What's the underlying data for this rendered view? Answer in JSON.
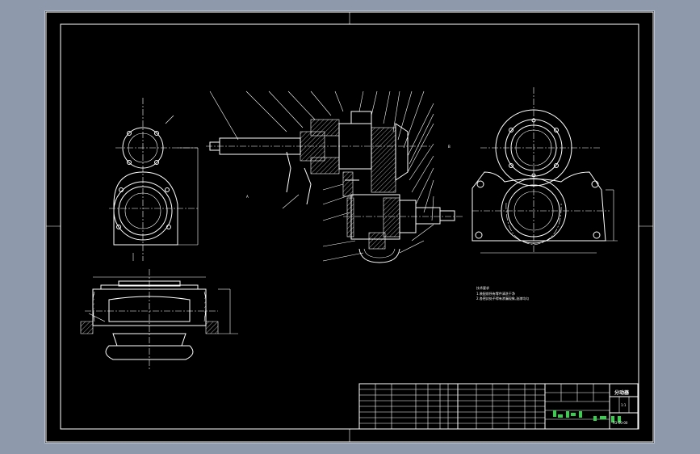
{
  "colors": {
    "workspace": "#8e9aab",
    "paper": "#000000",
    "linework": "#ffffff",
    "highlight": "#33d24a"
  },
  "technical_notes": {
    "heading": "技术要求",
    "lines": [
      "1.装配前所有零件清洗干净",
      "2.各密封处不得有渗漏现象,油漆均匀"
    ]
  },
  "title_block": {
    "assembly_name": "分动器",
    "scale_tag": "1:1",
    "drawing_code": "FD-00-00"
  },
  "views": [
    "section-view-side",
    "front-view-left",
    "front-view-right",
    "section-view-bottom"
  ],
  "icons": [
    "balloon-leader-icon",
    "centerline-icon",
    "hatch-icon"
  ]
}
